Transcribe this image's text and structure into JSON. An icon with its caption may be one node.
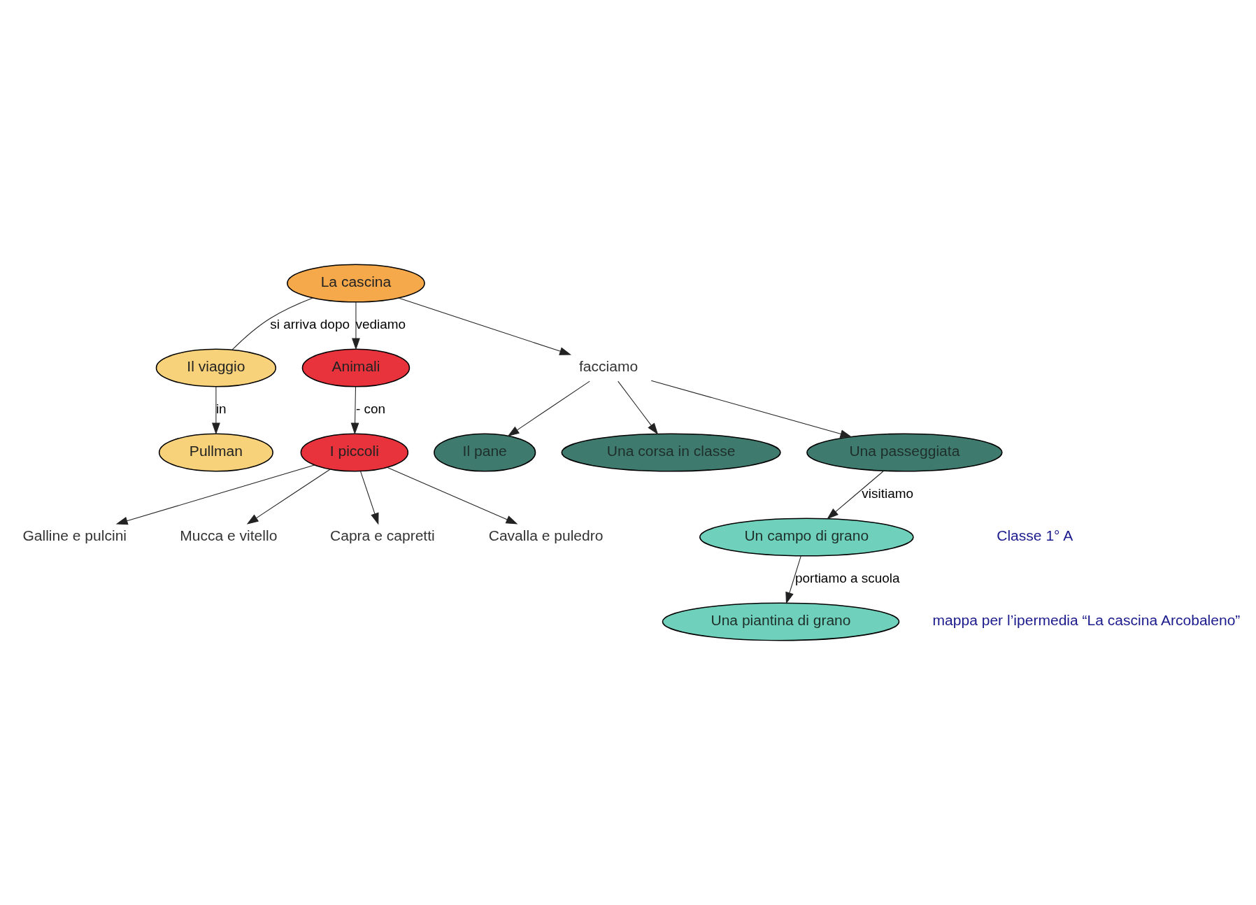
{
  "diagram": {
    "nodes": [
      {
        "text": [
          "La cascina"
        ]
      },
      {
        "text": [
          "Il viaggio"
        ]
      },
      {
        "text": [
          "Pullman"
        ]
      },
      {
        "text": [
          "Animali"
        ]
      },
      {
        "text": [
          "I piccoli"
        ]
      },
      {
        "text": [
          "Galline e pulcini"
        ]
      },
      {
        "text": [
          "Mucca e vitello"
        ]
      },
      {
        "text": [
          "Capra e capretti"
        ]
      },
      {
        "text": [
          "Cavalla e puledro"
        ]
      },
      {
        "text": [
          "facciamo"
        ]
      },
      {
        "text": [
          "Il pane"
        ]
      },
      {
        "text": [
          "Una corsa in classe"
        ]
      },
      {
        "text": [
          "Una passeggiata"
        ]
      },
      {
        "text": [
          "Un campo di grano"
        ]
      },
      {
        "text": [
          "Una piantina di grano"
        ]
      }
    ],
    "edges": [
      {
        "from": 0,
        "to": 1,
        "arrow": "none",
        "label": "si arriva dopo"
      },
      {
        "from": 1,
        "to": 2,
        "arrow": "to",
        "label": "in"
      },
      {
        "from": 0,
        "to": 3,
        "arrow": "to",
        "label": "vediamo"
      },
      {
        "from": 3,
        "to": 4,
        "arrow": "to",
        "label": "- con"
      },
      {
        "from": 4,
        "to": 5,
        "arrow": "to"
      },
      {
        "from": 4,
        "to": 6,
        "arrow": "to"
      },
      {
        "from": 4,
        "to": 7,
        "arrow": "to"
      },
      {
        "from": 4,
        "to": 8,
        "arrow": "to"
      },
      {
        "from": 0,
        "to": 9,
        "arrow": "to"
      },
      {
        "from": 9,
        "to": 10,
        "arrow": "to"
      },
      {
        "from": 9,
        "to": 11,
        "arrow": "to"
      },
      {
        "from": 9,
        "to": 12,
        "arrow": "to"
      },
      {
        "from": 12,
        "to": 13,
        "arrow": "to",
        "label": "visitiamo"
      },
      {
        "from": 13,
        "to": 14,
        "arrow": "to",
        "label": "portiamo a scuola"
      }
    ],
    "labels": [
      "Classe 1° A",
      "mappa per l’ipermedia “La cascina Arcobaleno”"
    ]
  }
}
